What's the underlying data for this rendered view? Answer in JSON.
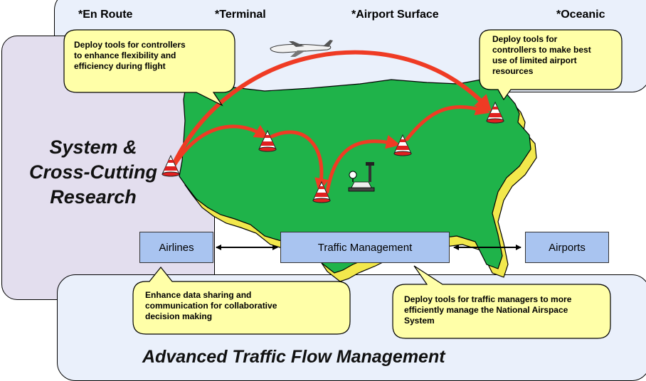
{
  "categories": [
    "*En Route",
    "*Terminal",
    "*Airport Surface",
    "*Oceanic"
  ],
  "left_title": [
    "System &",
    "Cross-Cutting",
    "Research"
  ],
  "bottom_title": "Advanced Traffic Flow Management",
  "callouts": {
    "en_route": [
      "Deploy tools for controllers",
      "to enhance flexibility and",
      "efficiency during flight"
    ],
    "airport": [
      "Deploy tools for",
      "controllers to make best",
      "use of limited airport",
      "resources"
    ],
    "data_sharing": [
      "Enhance data sharing and",
      "communication for collaborative",
      "decision making"
    ],
    "traffic_managers": [
      "Deploy tools for traffic managers to more",
      "efficiently manage the National Airspace",
      "System"
    ]
  },
  "boxes": {
    "airlines": "Airlines",
    "traffic_management": "Traffic Management",
    "airports": "Airports"
  },
  "colors": {
    "map_green": "#1fb34a",
    "map_shadow": "#f2e84c",
    "arrow_red": "#ef3b24",
    "callout_fill": "#ffffa8",
    "box_fill": "#a9c4f0"
  }
}
